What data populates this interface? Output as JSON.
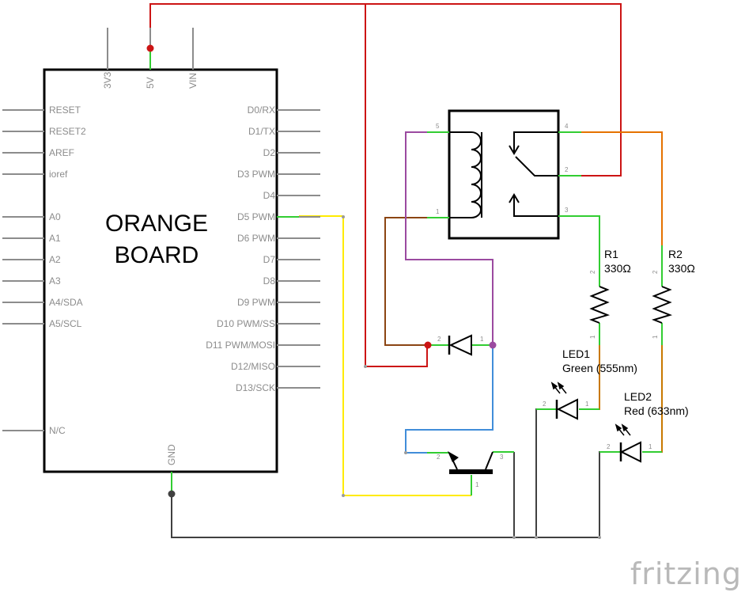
{
  "board": {
    "name_line1": "ORANGE",
    "name_line2": "BOARD",
    "top_pins": [
      "3V3",
      "5V",
      "VIN"
    ],
    "left_pins": [
      "RESET",
      "RESET2",
      "AREF",
      "ioref",
      "A0",
      "A1",
      "A2",
      "A3",
      "A4/SDA",
      "A5/SCL",
      "N/C"
    ],
    "right_pins": [
      "D0/RX",
      "D1/TX",
      "D2",
      "D3 PWM",
      "D4",
      "D5 PWM",
      "D6 PWM",
      "D7",
      "D8",
      "D9 PWM",
      "D10 PWM/SS",
      "D11 PWM/MOSI",
      "D12/MISO",
      "D13/SCK"
    ],
    "bottom_pin": "GND"
  },
  "relay": {
    "pins": [
      "5",
      "1",
      "4",
      "2",
      "3"
    ]
  },
  "resistors": [
    {
      "name": "R1",
      "value": "330Ω",
      "pin_top": "2",
      "pin_bottom": "1"
    },
    {
      "name": "R2",
      "value": "330Ω",
      "pin_top": "2",
      "pin_bottom": "1"
    }
  ],
  "leds": [
    {
      "name": "LED1",
      "desc": "Green (555nm)",
      "pin_left": "2",
      "pin_right": "1"
    },
    {
      "name": "LED2",
      "desc": "Red (633nm)",
      "pin_left": "2",
      "pin_right": "1"
    }
  ],
  "diode": {
    "pin_left": "2",
    "pin_right": "1"
  },
  "transistor": {
    "pin_base": "2",
    "pin_collector": "3",
    "pin_emitter": "1"
  },
  "logo": "fritzing",
  "colors": {
    "red_wire": "#cc1414",
    "yellow_wire": "#ffeb00",
    "purple_wire": "#9b4aa0",
    "brown_wire": "#8b4513",
    "blue_wire": "#418dd9",
    "orange_wire": "#e57200",
    "dark_orange_wire": "#c87800",
    "gnd_wire": "#404040",
    "pin_green": "#32cd32",
    "pin_gray": "#8c8c8c"
  }
}
